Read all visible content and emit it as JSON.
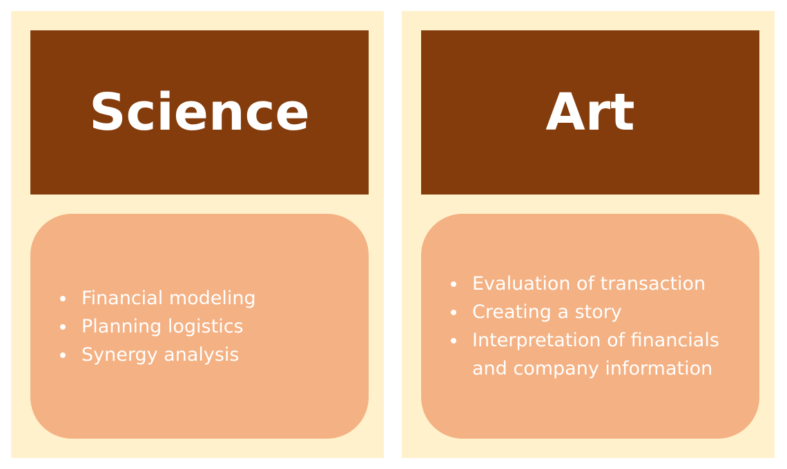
{
  "panels": [
    {
      "title": "Science",
      "items": [
        "Financial modeling",
        "Planning logistics",
        "Synergy analysis"
      ]
    },
    {
      "title": "Art",
      "items": [
        "Evaluation of transaction",
        "Creating a story",
        "Interpretation of financials and company information"
      ]
    }
  ]
}
